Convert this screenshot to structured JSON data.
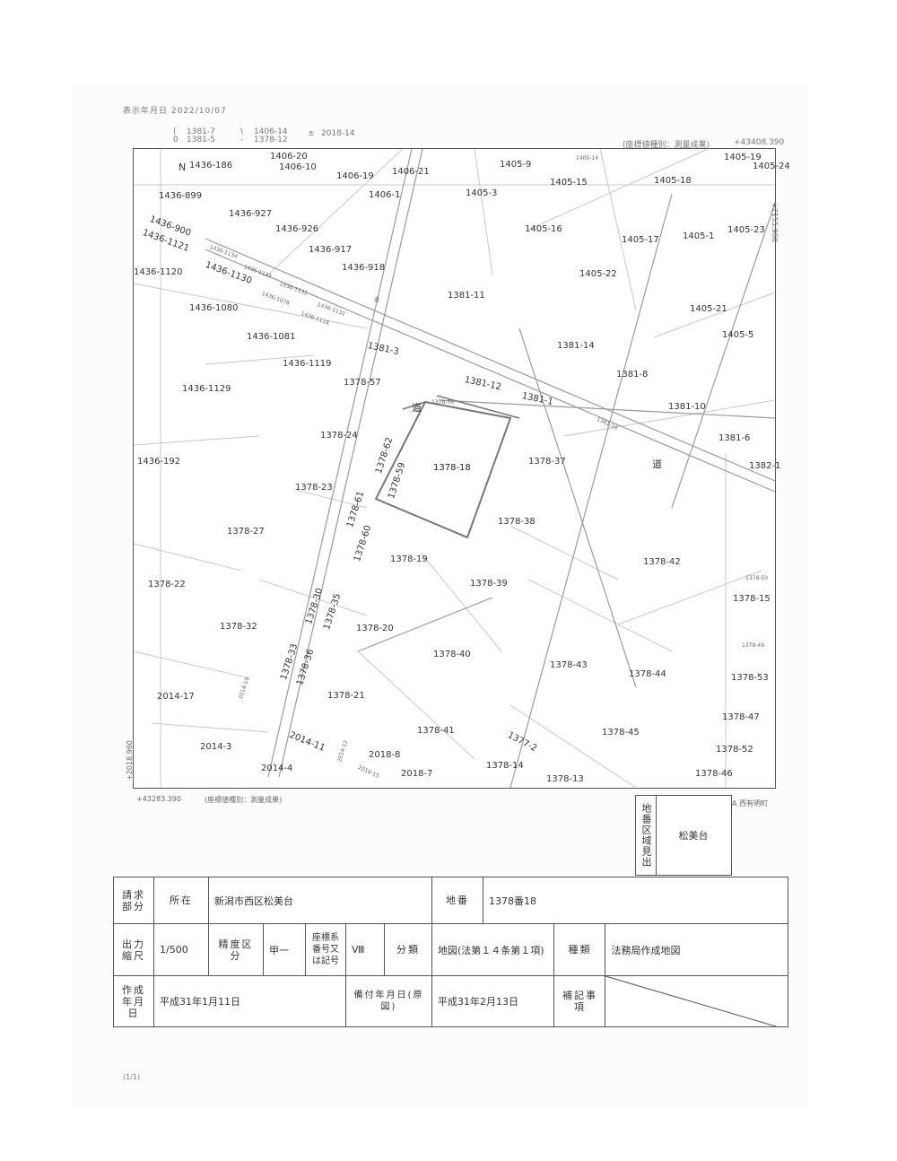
{
  "header": {
    "print_date": "表示年月日 2022/10/07",
    "key_items": [
      {
        "mark": "(",
        "text": "1381-7"
      },
      {
        "mark": "0",
        "text": "1381-5"
      },
      {
        "mark": "\\",
        "text": "1406-14"
      },
      {
        "mark": "-",
        "text": "1378-12"
      },
      {
        "mark": "±",
        "text": "2018-14"
      }
    ],
    "coord_note_top": "(座標値種別：測量成果)",
    "coord_top_right": "+43408.390",
    "coord_bottom_left": "+43283.390",
    "coord_note_bottom": "(座標値種別：測量成果)",
    "coord_side_left": "+2018.960",
    "coord_side_right": "+2155.960",
    "scale_mark": "A 西有明町"
  },
  "map": {
    "north": "N",
    "road_label": "道",
    "highlight": "1378-18",
    "parcels": [
      "1436-186",
      "1406-20",
      "1406-10",
      "1406-19",
      "1406-21",
      "1406-1",
      "1405-9",
      "1405-14",
      "1405-19",
      "1405-24",
      "1436-899",
      "1405-3",
      "1405-15",
      "1405-18",
      "1436-927",
      "1436-926",
      "1436-900",
      "1436-1121",
      "1405-16",
      "1405-17",
      "1405-1",
      "1405-23",
      "1436-917",
      "1436-1134",
      "1436-1133",
      "1436-1131",
      "1436-1132",
      "1436-1130",
      "1436-1120",
      "1436-918",
      "1436-1078",
      "1436-1118",
      "1405-22",
      "1381-11",
      "1436-1080",
      "1405-21",
      "1436-1081",
      "1405-5",
      "1381-3",
      "1381-14",
      "1436-1119",
      "1381-8",
      "1378-57",
      "1381-12",
      "1381-1",
      "1436-1129",
      "1381-10",
      "1378-56",
      "1381-16",
      "1378-24",
      "1381-6",
      "1378-62",
      "1378-37",
      "1436-192",
      "1382-1",
      "1378-59",
      "1378-23",
      "1378-61",
      "1378-38",
      "1378-27",
      "1378-60",
      "1378-19",
      "1378-42",
      "1378-22",
      "1378-39",
      "1378-50",
      "1378-15",
      "1378-30",
      "1378-35",
      "1378-32",
      "1378-20",
      "1378-49",
      "1378-33",
      "1378-36",
      "1378-40",
      "1378-43",
      "1378-44",
      "1378-53",
      "2014-17",
      "2014-19",
      "1378-21",
      "1378-47",
      "1378-41",
      "1378-45",
      "1377-2",
      "2014-3",
      "2014-11",
      "2018-8",
      "1378-52",
      "2014-4",
      "2014-12",
      "2018-15",
      "2018-7",
      "1378-14",
      "1378-13",
      "1378-46"
    ]
  },
  "legend": {
    "label": "地番区域見出",
    "value": "松美台"
  },
  "info": {
    "r1_label": "請求部分",
    "location_label": "所在",
    "location": "新潟市西区松美台",
    "lot_label": "地番",
    "lot": "1378番18",
    "scale_label": "出力縮尺",
    "scale": "1/500",
    "precision_label": "精度区分",
    "precision": "甲一",
    "coord_sys_label": "座標系番号又は記号",
    "coord_sys": "Ⅷ",
    "class_label": "分類",
    "classification": "地図(法第１４条第１項)",
    "type_label": "種類",
    "type": "法務局作成地図",
    "created_label": "作成年月日",
    "created": "平成31年1月11日",
    "stamp_label": "備付年月日(原図)",
    "stamp": "平成31年2月13日",
    "notes_label": "補記事項"
  },
  "footer": {
    "page": "(1/1)"
  }
}
